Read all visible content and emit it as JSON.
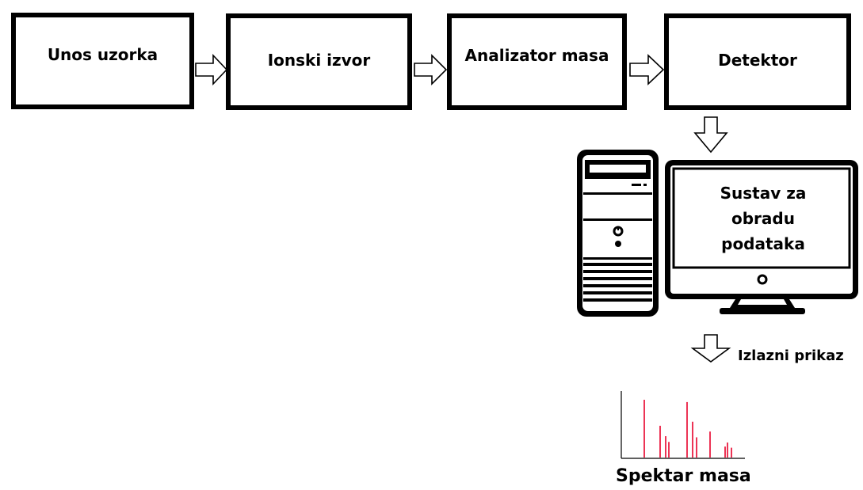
{
  "steps": [
    {
      "label": "Unos uzorka"
    },
    {
      "label": "Ionski izvor"
    },
    {
      "label": "Analizator masa"
    },
    {
      "label": "Detektor"
    }
  ],
  "processing": {
    "lines": [
      "Sustav za",
      "obradu",
      "podataka"
    ]
  },
  "output_label": "Izlazni prikaz",
  "spectrum": {
    "caption": "Spektar masa",
    "peak_color": "#e8002a",
    "peaks": [
      {
        "x": 1,
        "h": 1.0
      },
      {
        "x": 2,
        "h": 0.55
      },
      {
        "x": 3,
        "h": 0.37
      },
      {
        "x": 4,
        "h": 0.27
      },
      {
        "x": 5,
        "h": 0.96
      },
      {
        "x": 6,
        "h": 0.62
      },
      {
        "x": 7,
        "h": 0.35
      },
      {
        "x": 8,
        "h": 0.45
      },
      {
        "x": 9,
        "h": 0.19
      },
      {
        "x": 10,
        "h": 0.26
      },
      {
        "x": 11,
        "h": 0.17
      }
    ]
  }
}
